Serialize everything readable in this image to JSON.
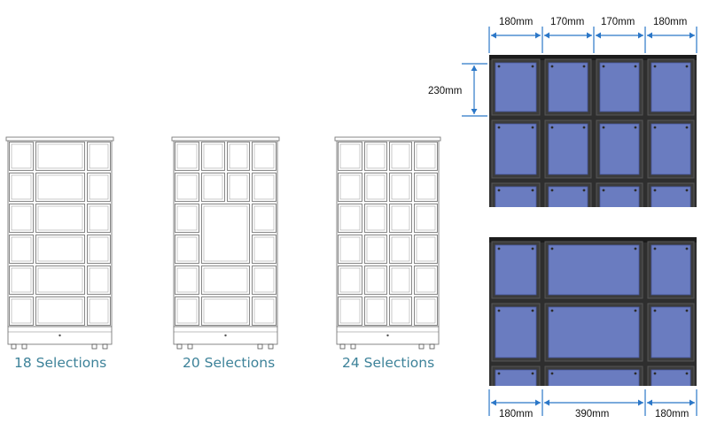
{
  "lockers": [
    {
      "caption": "18 Selections"
    },
    {
      "caption": "20 Selections"
    },
    {
      "caption": "24 Selections"
    }
  ],
  "dimensions": {
    "top_widths": [
      "180mm",
      "170mm",
      "170mm",
      "180mm"
    ],
    "row_height": "230mm",
    "bottom_widths": [
      "180mm",
      "390mm",
      "180mm"
    ]
  },
  "colors": {
    "caption": "#3d8299",
    "door_blue": "#6a7cc0",
    "frame": "#2e2e2e",
    "dimension_line": "#2b77c8",
    "outline": "#7a7a7a"
  }
}
